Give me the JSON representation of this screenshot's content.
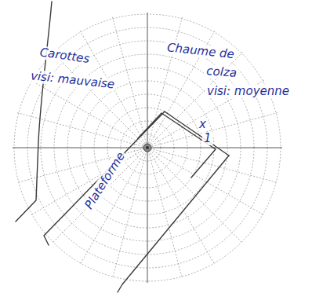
{
  "diagram": {
    "labels": [
      "Carottes",
      "visi: mauvaise",
      "Chaume de",
      "colza",
      "visi: moyenne",
      "Plateforme",
      "x",
      "1"
    ]
  }
}
